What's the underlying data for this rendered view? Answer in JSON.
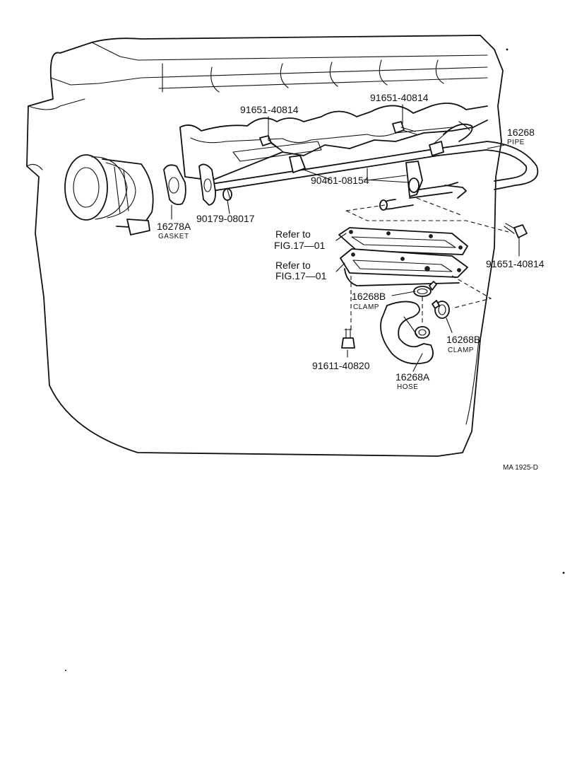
{
  "labels": {
    "pipe_number": "16268",
    "pipe_name": "PIPE",
    "bolt_top_left": "91651-40814",
    "bolt_top_right": "91651-40814",
    "bolt_right": "91651-40814",
    "bolt_bottom": "91611-40820",
    "clip": "90461-08154",
    "stud": "90179-08017",
    "gasket_number": "16278A",
    "gasket_name": "GASKET",
    "refer_1_line1": "Refer to",
    "refer_1_line2": "FIG.17—01",
    "refer_2_line1": "Refer to",
    "refer_2_line2": "FIG.17—01",
    "clamp_1_number": "16268B",
    "clamp_1_name": "CLAMP",
    "clamp_2_number": "16268B",
    "clamp_2_name": "CLAMP",
    "hose_number": "16268A",
    "hose_name": "HOSE"
  },
  "figure_code": "MA 1925-D"
}
